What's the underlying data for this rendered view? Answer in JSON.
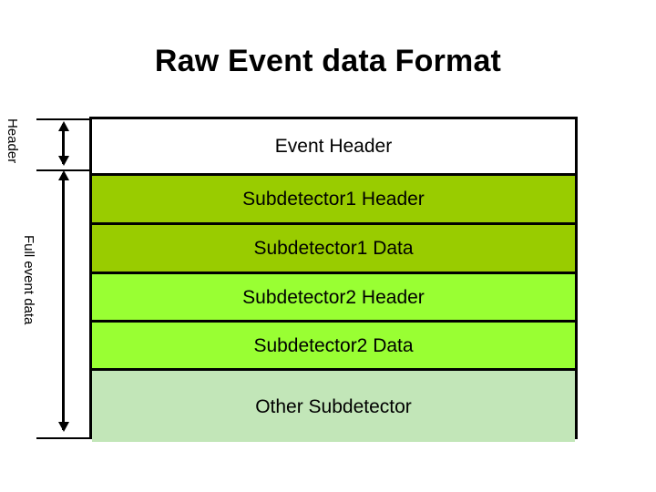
{
  "slide": {
    "title": "Raw Event data Format",
    "background_color": "#FFFFFF"
  },
  "side_labels": {
    "header": "Header",
    "full_event": "Full event data"
  },
  "annotations": {
    "header_span_arrow": "double-headed-vertical-arrow",
    "full_event_span_arrow": "down-arrow",
    "tick_top": "bracket-tick-line",
    "tick_middle": "bracket-tick-line",
    "tick_bottom": "bracket-tick-line"
  },
  "colors": {
    "event_header": "#FFFFFF",
    "subdetector1": "#99CC00",
    "subdetector2": "#99FF33",
    "other_subdetector": "#C2E6B8",
    "border": "#000000",
    "text": "#000000"
  },
  "format_rows": [
    {
      "label": "Event Header",
      "fill": "#FFFFFF",
      "height": 62
    },
    {
      "label": "Subdetector1 Header",
      "fill": "#99CC00",
      "height": 54
    },
    {
      "label": "Subdetector1 Data",
      "fill": "#99CC00",
      "height": 54
    },
    {
      "label": "Subdetector2 Header",
      "fill": "#99FF33",
      "height": 53
    },
    {
      "label": "Subdetector2 Data",
      "fill": "#99FF33",
      "height": 53
    },
    {
      "label": "Other Subdetector",
      "fill": "#C2E6B8",
      "height": 78
    }
  ]
}
